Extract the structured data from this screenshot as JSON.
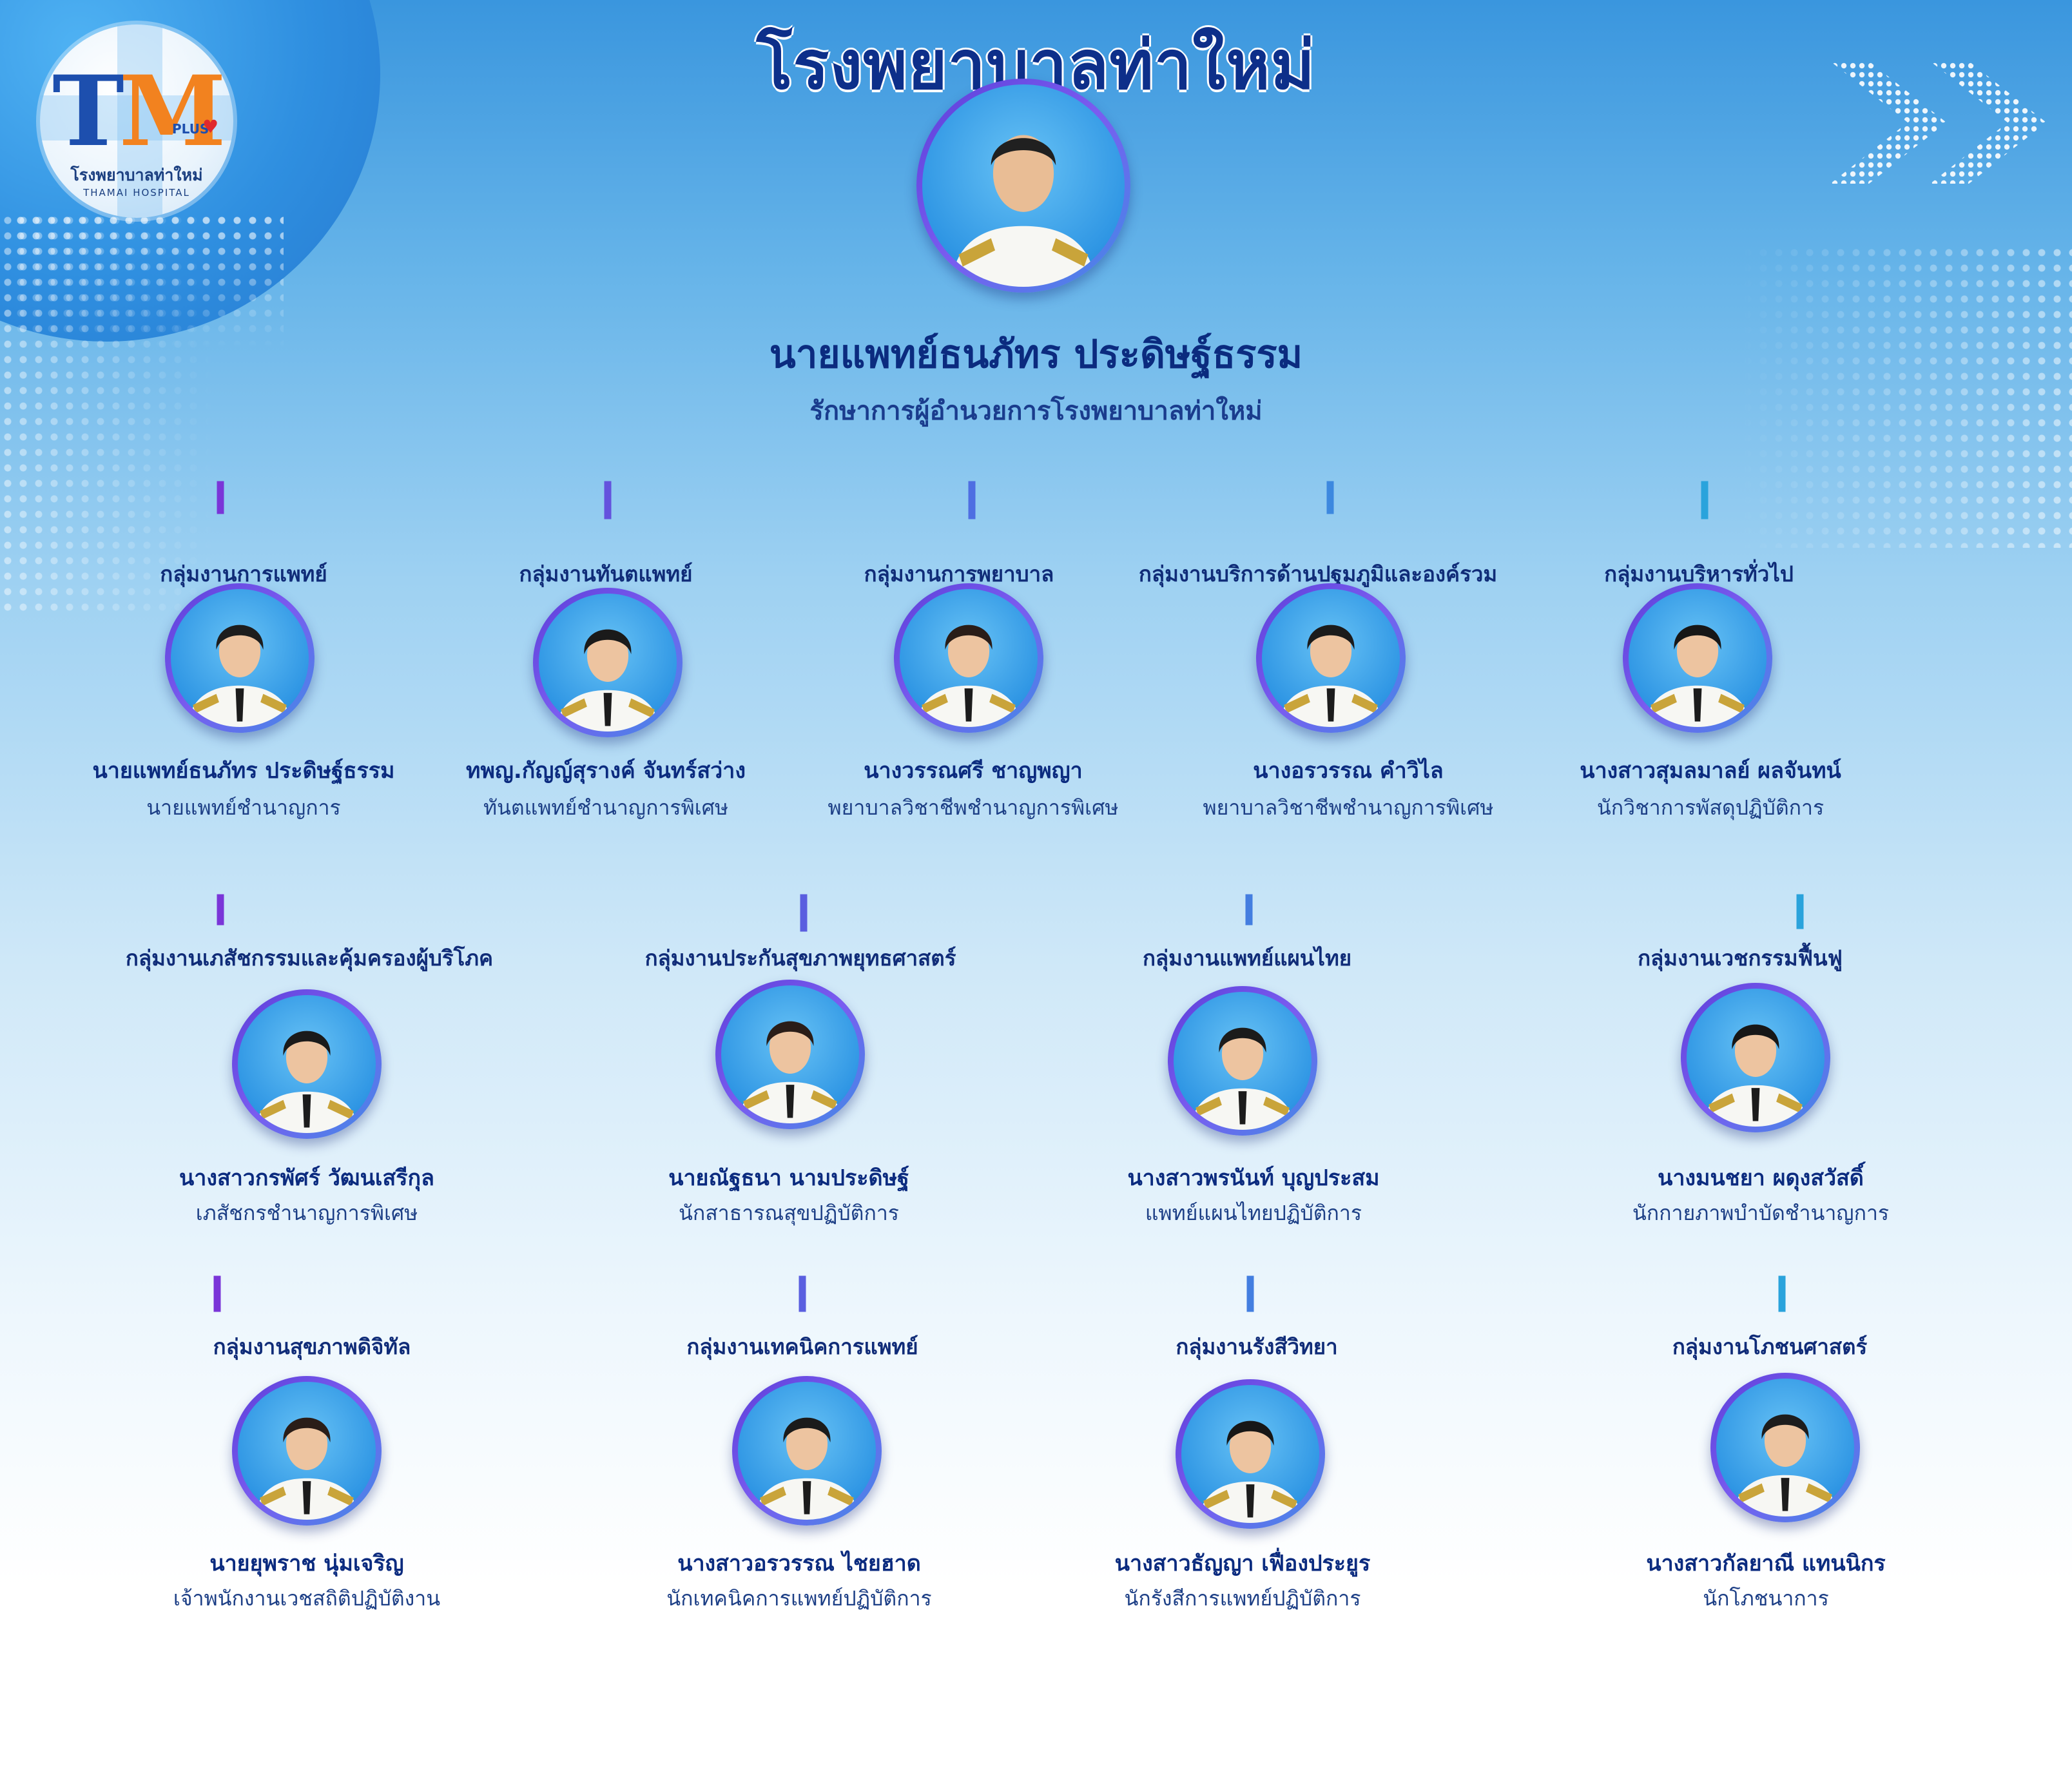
{
  "logo": {
    "letters_t": "T",
    "letters_m": "M",
    "plus": "PLUS",
    "name_th": "โรงพยาบาลท่าใหม่",
    "name_en": "THAMAI HOSPITAL"
  },
  "title": "โรงพยาบาลท่าใหม่",
  "director": {
    "name": "นายแพทย์ธนภัทร ประดิษฐ์ธรรม",
    "position": "รักษาการผู้อำนวยการโรงพยาบาลท่าใหม่"
  },
  "rows": [
    [
      {
        "dept": "กลุ่มงานการแพทย์",
        "name": "นายแพทย์ธนภัทร ประดิษฐ์ธรรม",
        "position": "นายแพทย์ชำนาญการ"
      },
      {
        "dept": "กลุ่มงานทันตแพทย์",
        "name": "ทพญ.กัญญ์สุรางค์ จันทร์สว่าง",
        "position": "ทันตแพทย์ชำนาญการพิเศษ"
      },
      {
        "dept": "กลุ่มงานการพยาบาล",
        "name": "นางวรรณศรี ชาญพญา",
        "position": "พยาบาลวิชาชีพชำนาญการพิเศษ"
      },
      {
        "dept": "กลุ่มงานบริการด้านปฐมภูมิและองค์รวม",
        "name": "นางอรวรรณ คำวิไล",
        "position": "พยาบาลวิชาชีพชำนาญการพิเศษ"
      },
      {
        "dept": "กลุ่มงานบริหารทั่วไป",
        "name": "นางสาวสุมลมาลย์  ผลจันทน์",
        "position": "นักวิชาการพัสดุปฏิบัติการ"
      }
    ],
    [
      {
        "dept": "กลุ่มงานเภสัชกรรมและคุ้มครองผู้บริโภค",
        "name": "นางสาวกรพัศร์ วัฒนเสรีกุล",
        "position": "เภสัชกรชำนาญการพิเศษ"
      },
      {
        "dept": "กลุ่มงานประกันสุขภาพยุทธศาสตร์",
        "name": "นายณัฐธนา นามประดิษฐ์",
        "position": "นักสาธารณสุขปฏิบัติการ"
      },
      {
        "dept": "กลุ่มงานแพทย์แผนไทย",
        "name": "นางสาวพรนันท์ บุญประสม",
        "position": "แพทย์แผนไทยปฏิบัติการ"
      },
      {
        "dept": "กลุ่มงานเวชกรรมฟื้นฟู",
        "name": "นางมนชยา ผดุงสวัสดิ์",
        "position": "นักกายภาพบำบัดชำนาญการ"
      }
    ],
    [
      {
        "dept": "กลุ่มงานสุขภาพดิจิทัล",
        "name": "นายยุพราช นุ่มเจริญ",
        "position": "เจ้าพนักงานเวชสถิติปฏิบัติงาน"
      },
      {
        "dept": "กลุ่มงานเทคนิคการแพทย์",
        "name": "นางสาวอรวรรณ ไชยฮาด",
        "position": "นักเทคนิคการแพทย์ปฏิบัติการ"
      },
      {
        "dept": "กลุ่มงานรังสีวิทยา",
        "name": "นางสาวธัญญา เฟื่องประยูร",
        "position": "นักรังสีการแพทย์ปฏิบัติการ"
      },
      {
        "dept": "กลุ่มงานโภชนศาสตร์",
        "name": "นางสาวกัลยาณี แทนนิกร",
        "position": "นักโภชนาการ"
      }
    ]
  ]
}
